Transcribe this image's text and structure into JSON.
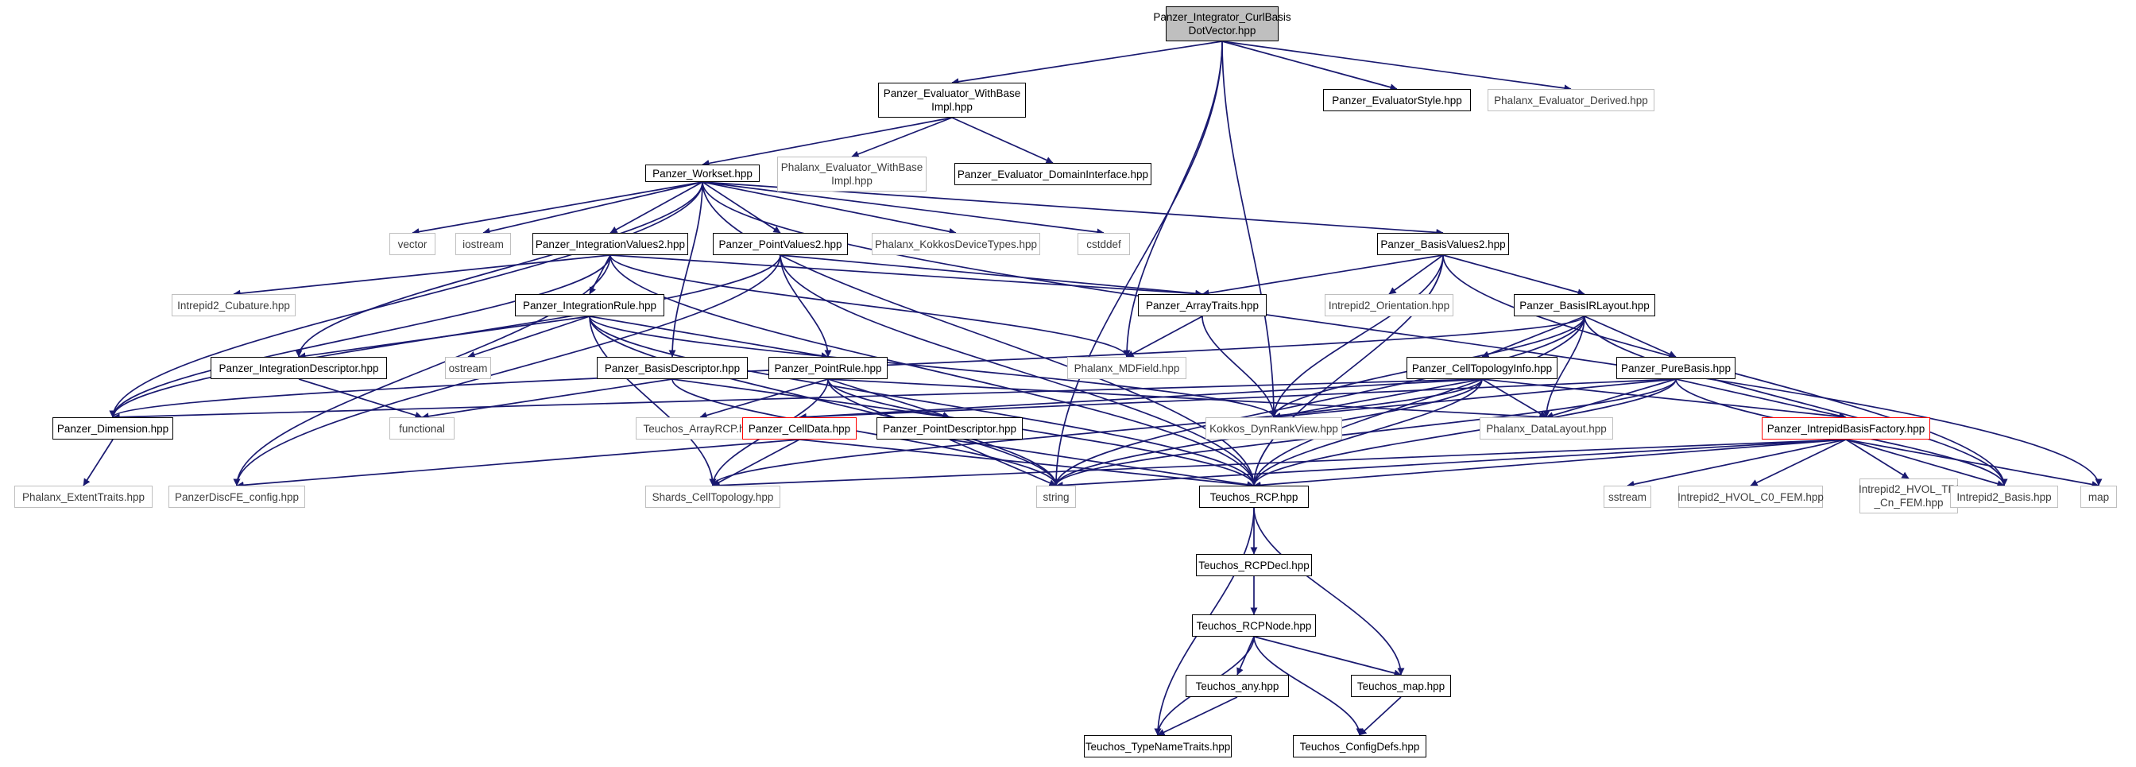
{
  "colors": {
    "edge": "#191970",
    "root_fill": "#bfbfbf",
    "documented_border": "#000000",
    "system_header_border": "#bfbfbf",
    "truncated_border": "#ff0000"
  },
  "nodes": [
    {
      "id": "root",
      "label": "Panzer_Integrator_CurlBasis\nDotVector.hpp",
      "style": "root"
    },
    {
      "id": "ewb",
      "label": "Panzer_Evaluator_WithBase\nImpl.hpp",
      "style": "doc"
    },
    {
      "id": "estyle",
      "label": "Panzer_EvaluatorStyle.hpp",
      "style": "doc"
    },
    {
      "id": "phder",
      "label": "Phalanx_Evaluator_Derived.hpp",
      "style": "sys"
    },
    {
      "id": "phwb",
      "label": "Phalanx_Evaluator_WithBase\nImpl.hpp",
      "style": "sys"
    },
    {
      "id": "edom",
      "label": "Panzer_Evaluator_DomainInterface.hpp",
      "style": "doc"
    },
    {
      "id": "ws",
      "label": "Panzer_Workset.hpp",
      "style": "doc"
    },
    {
      "id": "vector",
      "label": "vector",
      "style": "sys"
    },
    {
      "id": "iostream",
      "label": "iostream",
      "style": "sys"
    },
    {
      "id": "iv2",
      "label": "Panzer_IntegrationValues2.hpp",
      "style": "doc"
    },
    {
      "id": "pv2",
      "label": "Panzer_PointValues2.hpp",
      "style": "doc"
    },
    {
      "id": "kdt",
      "label": "Phalanx_KokkosDeviceTypes.hpp",
      "style": "sys"
    },
    {
      "id": "cstddef",
      "label": "cstddef",
      "style": "sys"
    },
    {
      "id": "bv2",
      "label": "Panzer_BasisValues2.hpp",
      "style": "doc"
    },
    {
      "id": "cub",
      "label": "Intrepid2_Cubature.hpp",
      "style": "sys"
    },
    {
      "id": "ir",
      "label": "Panzer_IntegrationRule.hpp",
      "style": "doc"
    },
    {
      "id": "at",
      "label": "Panzer_ArrayTraits.hpp",
      "style": "doc"
    },
    {
      "id": "orient",
      "label": "Intrepid2_Orientation.hpp",
      "style": "sys"
    },
    {
      "id": "birl",
      "label": "Panzer_BasisIRLayout.hpp",
      "style": "doc"
    },
    {
      "id": "idesc",
      "label": "Panzer_IntegrationDescriptor.hpp",
      "style": "doc"
    },
    {
      "id": "ostream",
      "label": "ostream",
      "style": "sys"
    },
    {
      "id": "bdesc",
      "label": "Panzer_BasisDescriptor.hpp",
      "style": "doc"
    },
    {
      "id": "prule",
      "label": "Panzer_PointRule.hpp",
      "style": "doc"
    },
    {
      "id": "mdf",
      "label": "Phalanx_MDField.hpp",
      "style": "sys"
    },
    {
      "id": "cti",
      "label": "Panzer_CellTopologyInfo.hpp",
      "style": "doc"
    },
    {
      "id": "pb",
      "label": "Panzer_PureBasis.hpp",
      "style": "doc"
    },
    {
      "id": "dim",
      "label": "Panzer_Dimension.hpp",
      "style": "doc"
    },
    {
      "id": "functional",
      "label": "functional",
      "style": "sys"
    },
    {
      "id": "arcp",
      "label": "Teuchos_ArrayRCP.hpp",
      "style": "sys"
    },
    {
      "id": "celldata",
      "label": "Panzer_CellData.hpp",
      "style": "trunc"
    },
    {
      "id": "pdesc",
      "label": "Panzer_PointDescriptor.hpp",
      "style": "doc"
    },
    {
      "id": "drv",
      "label": "Kokkos_DynRankView.hpp",
      "style": "sys"
    },
    {
      "id": "dl",
      "label": "Phalanx_DataLayout.hpp",
      "style": "sys"
    },
    {
      "id": "ibf",
      "label": "Panzer_IntrepidBasisFactory.hpp",
      "style": "trunc"
    },
    {
      "id": "ext",
      "label": "Phalanx_ExtentTraits.hpp",
      "style": "sys"
    },
    {
      "id": "pdfe",
      "label": "PanzerDiscFE_config.hpp",
      "style": "sys"
    },
    {
      "id": "shards",
      "label": "Shards_CellTopology.hpp",
      "style": "sys"
    },
    {
      "id": "string",
      "label": "string",
      "style": "sys"
    },
    {
      "id": "rcp",
      "label": "Teuchos_RCP.hpp",
      "style": "doc"
    },
    {
      "id": "sstream",
      "label": "sstream",
      "style": "sys"
    },
    {
      "id": "hvolc0",
      "label": "Intrepid2_HVOL_C0_FEM.hpp",
      "style": "sys"
    },
    {
      "id": "hvoltri",
      "label": "Intrepid2_HVOL_TRI\n_Cn_FEM.hpp",
      "style": "sys"
    },
    {
      "id": "basis",
      "label": "Intrepid2_Basis.hpp",
      "style": "sys"
    },
    {
      "id": "map",
      "label": "map",
      "style": "sys"
    },
    {
      "id": "rcpdecl",
      "label": "Teuchos_RCPDecl.hpp",
      "style": "doc"
    },
    {
      "id": "rcpnode",
      "label": "Teuchos_RCPNode.hpp",
      "style": "doc"
    },
    {
      "id": "any",
      "label": "Teuchos_any.hpp",
      "style": "doc"
    },
    {
      "id": "tmap",
      "label": "Teuchos_map.hpp",
      "style": "doc"
    },
    {
      "id": "tnt",
      "label": "Teuchos_TypeNameTraits.hpp",
      "style": "doc"
    },
    {
      "id": "cdefs",
      "label": "Teuchos_ConfigDefs.hpp",
      "style": "doc"
    }
  ],
  "edges": [
    [
      "root",
      "ewb"
    ],
    [
      "root",
      "estyle"
    ],
    [
      "root",
      "phder"
    ],
    [
      "root",
      "mdf"
    ],
    [
      "root",
      "drv"
    ],
    [
      "root",
      "string"
    ],
    [
      "ewb",
      "phwb"
    ],
    [
      "ewb",
      "edom"
    ],
    [
      "ewb",
      "ws"
    ],
    [
      "ws",
      "vector"
    ],
    [
      "ws",
      "iostream"
    ],
    [
      "ws",
      "iv2"
    ],
    [
      "ws",
      "pv2"
    ],
    [
      "ws",
      "kdt"
    ],
    [
      "ws",
      "cstddef"
    ],
    [
      "ws",
      "bv2"
    ],
    [
      "ws",
      "dim"
    ],
    [
      "ws",
      "idesc"
    ],
    [
      "ws",
      "bdesc"
    ],
    [
      "ws",
      "map"
    ],
    [
      "ws",
      "rcp"
    ],
    [
      "iv2",
      "cub"
    ],
    [
      "iv2",
      "ir"
    ],
    [
      "iv2",
      "at"
    ],
    [
      "iv2",
      "mdf"
    ],
    [
      "iv2",
      "dim"
    ],
    [
      "iv2",
      "pdfe"
    ],
    [
      "iv2",
      "rcp"
    ],
    [
      "pv2",
      "at"
    ],
    [
      "pv2",
      "prule"
    ],
    [
      "pv2",
      "dim"
    ],
    [
      "pv2",
      "pdfe"
    ],
    [
      "pv2",
      "rcp"
    ],
    [
      "bv2",
      "at"
    ],
    [
      "bv2",
      "orient"
    ],
    [
      "bv2",
      "birl"
    ],
    [
      "bv2",
      "drv"
    ],
    [
      "bv2",
      "basis"
    ],
    [
      "bv2",
      "rcp"
    ],
    [
      "ir",
      "idesc"
    ],
    [
      "ir",
      "ostream"
    ],
    [
      "ir",
      "prule"
    ],
    [
      "ir",
      "string"
    ],
    [
      "ir",
      "shards"
    ],
    [
      "ir",
      "drv"
    ],
    [
      "ir",
      "rcp"
    ],
    [
      "at",
      "mdf"
    ],
    [
      "at",
      "drv"
    ],
    [
      "birl",
      "cti"
    ],
    [
      "birl",
      "pb"
    ],
    [
      "birl",
      "dl"
    ],
    [
      "birl",
      "drv"
    ],
    [
      "birl",
      "dim"
    ],
    [
      "birl",
      "string"
    ],
    [
      "birl",
      "basis"
    ],
    [
      "birl",
      "rcp"
    ],
    [
      "idesc",
      "functional"
    ],
    [
      "bdesc",
      "functional"
    ],
    [
      "bdesc",
      "pdesc"
    ],
    [
      "bdesc",
      "string"
    ],
    [
      "prule",
      "arcp"
    ],
    [
      "prule",
      "pdesc"
    ],
    [
      "prule",
      "dl"
    ],
    [
      "prule",
      "string"
    ],
    [
      "prule",
      "rcp"
    ],
    [
      "prule",
      "shards"
    ],
    [
      "cti",
      "celldata"
    ],
    [
      "cti",
      "dim"
    ],
    [
      "cti",
      "dl"
    ],
    [
      "cti",
      "drv"
    ],
    [
      "cti",
      "ibf"
    ],
    [
      "cti",
      "string"
    ],
    [
      "cti",
      "rcp"
    ],
    [
      "cti",
      "shards"
    ],
    [
      "pb",
      "celldata"
    ],
    [
      "pb",
      "drv"
    ],
    [
      "pb",
      "dl"
    ],
    [
      "pb",
      "ibf"
    ],
    [
      "pb",
      "basis"
    ],
    [
      "pb",
      "string"
    ],
    [
      "pb",
      "rcp"
    ],
    [
      "celldata",
      "shards"
    ],
    [
      "celldata",
      "pdfe"
    ],
    [
      "celldata",
      "rcp"
    ],
    [
      "pdesc",
      "string"
    ],
    [
      "pdesc",
      "rcp"
    ],
    [
      "dim",
      "ext"
    ],
    [
      "ibf",
      "sstream"
    ],
    [
      "ibf",
      "hvolc0"
    ],
    [
      "ibf",
      "hvoltri"
    ],
    [
      "ibf",
      "basis"
    ],
    [
      "ibf",
      "map"
    ],
    [
      "ibf",
      "string"
    ],
    [
      "ibf",
      "rcp"
    ],
    [
      "ibf",
      "shards"
    ],
    [
      "rcp",
      "rcpdecl"
    ],
    [
      "rcp",
      "tnt"
    ],
    [
      "rcp",
      "tmap"
    ],
    [
      "rcpdecl",
      "rcpnode"
    ],
    [
      "rcpnode",
      "any"
    ],
    [
      "rcpnode",
      "tmap"
    ],
    [
      "rcpnode",
      "cdefs"
    ],
    [
      "rcpnode",
      "tnt"
    ],
    [
      "any",
      "tnt"
    ],
    [
      "tmap",
      "cdefs"
    ]
  ]
}
